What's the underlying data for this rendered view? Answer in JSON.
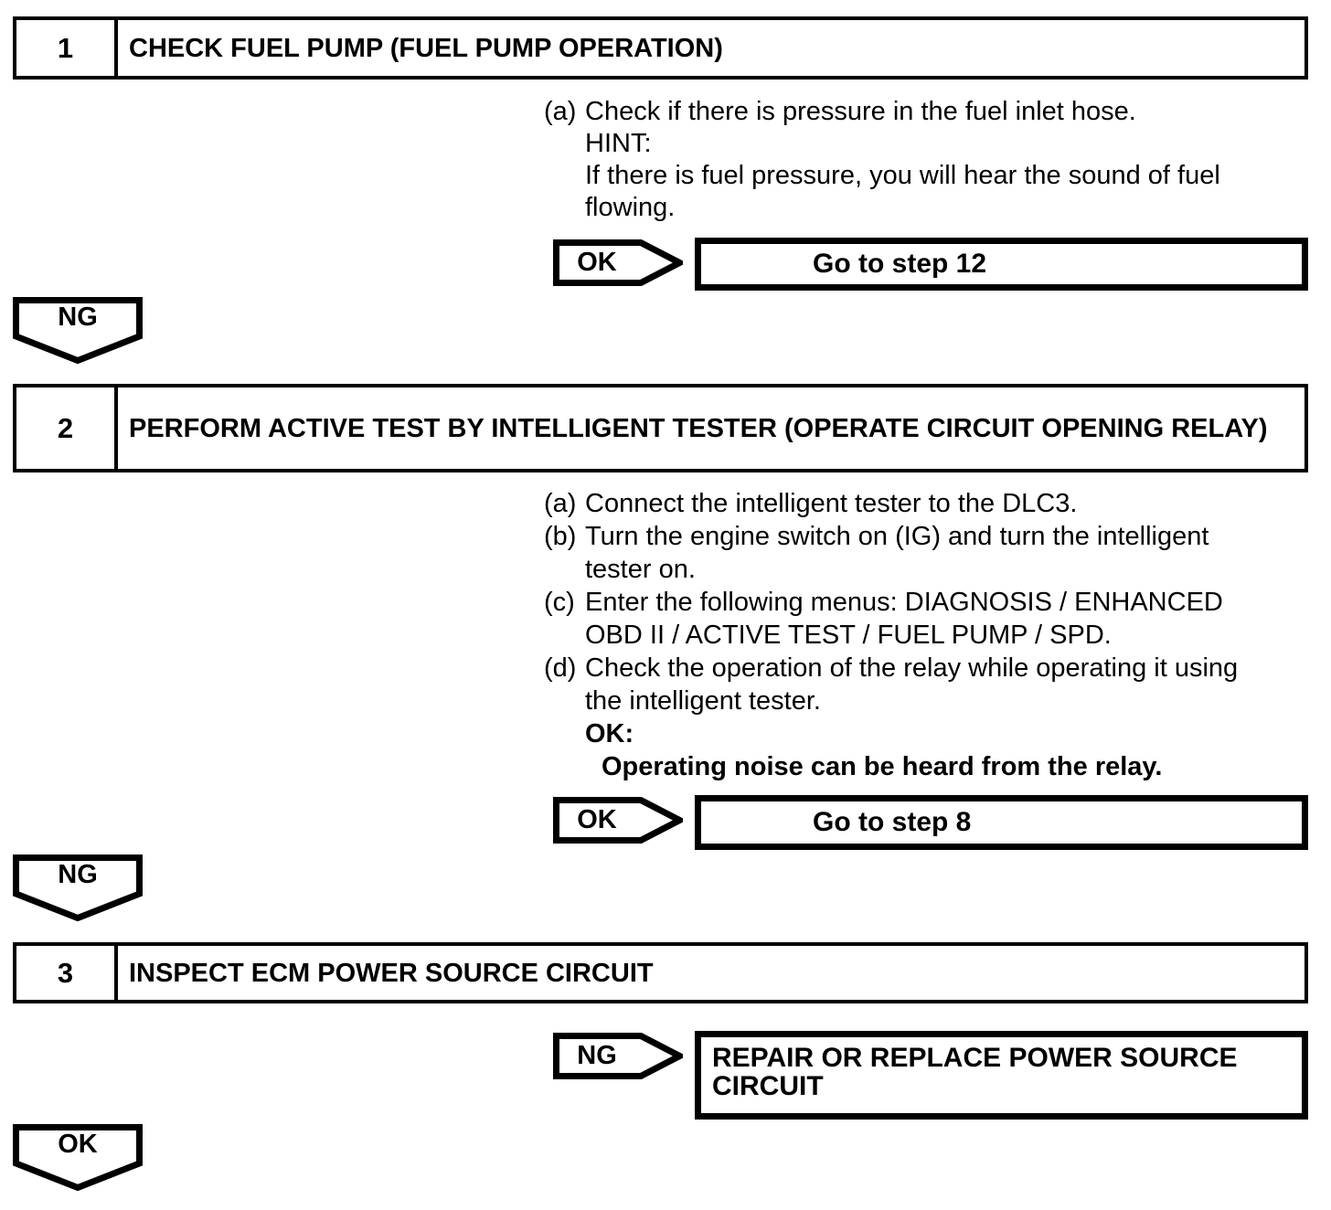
{
  "colors": {
    "ink": "#000000",
    "paper": "#ffffff"
  },
  "steps": [
    {
      "number": "1",
      "title": "CHECK FUEL PUMP (FUEL PUMP OPERATION)",
      "instructions": [
        {
          "label": "(a)",
          "lines": [
            "Check if there is pressure in the fuel inlet hose.",
            "HINT:",
            "If there is fuel pressure, you will hear the sound of fuel",
            "flowing."
          ]
        }
      ],
      "ok_route": {
        "flag": "OK",
        "action": "Go to step 12"
      },
      "ng_route": {
        "flag": "NG"
      }
    },
    {
      "number": "2",
      "title": "PERFORM ACTIVE TEST BY INTELLIGENT TESTER (OPERATE CIRCUIT OPENING RELAY)",
      "instructions": [
        {
          "label": "(a)",
          "lines": [
            "Connect the intelligent tester to the DLC3."
          ]
        },
        {
          "label": "(b)",
          "lines": [
            "Turn the engine switch on (IG) and turn the intelligent",
            "tester on."
          ]
        },
        {
          "label": "(c)",
          "lines": [
            "Enter the following menus: DIAGNOSIS / ENHANCED",
            "OBD II / ACTIVE TEST / FUEL PUMP / SPD."
          ]
        },
        {
          "label": "(d)",
          "lines": [
            "Check the operation of the relay while operating it using",
            "the intelligent tester.",
            "OK:",
            "Operating noise can be heard from the relay."
          ]
        }
      ],
      "ok_route": {
        "flag": "OK",
        "action": "Go to step 8"
      },
      "ng_route": {
        "flag": "NG"
      }
    },
    {
      "number": "3",
      "title": "INSPECT ECM POWER SOURCE CIRCUIT",
      "instructions": [],
      "ng_route": {
        "flag": "NG",
        "action": "REPAIR OR REPLACE POWER SOURCE CIRCUIT"
      },
      "ok_route": {
        "flag": "OK"
      }
    }
  ]
}
